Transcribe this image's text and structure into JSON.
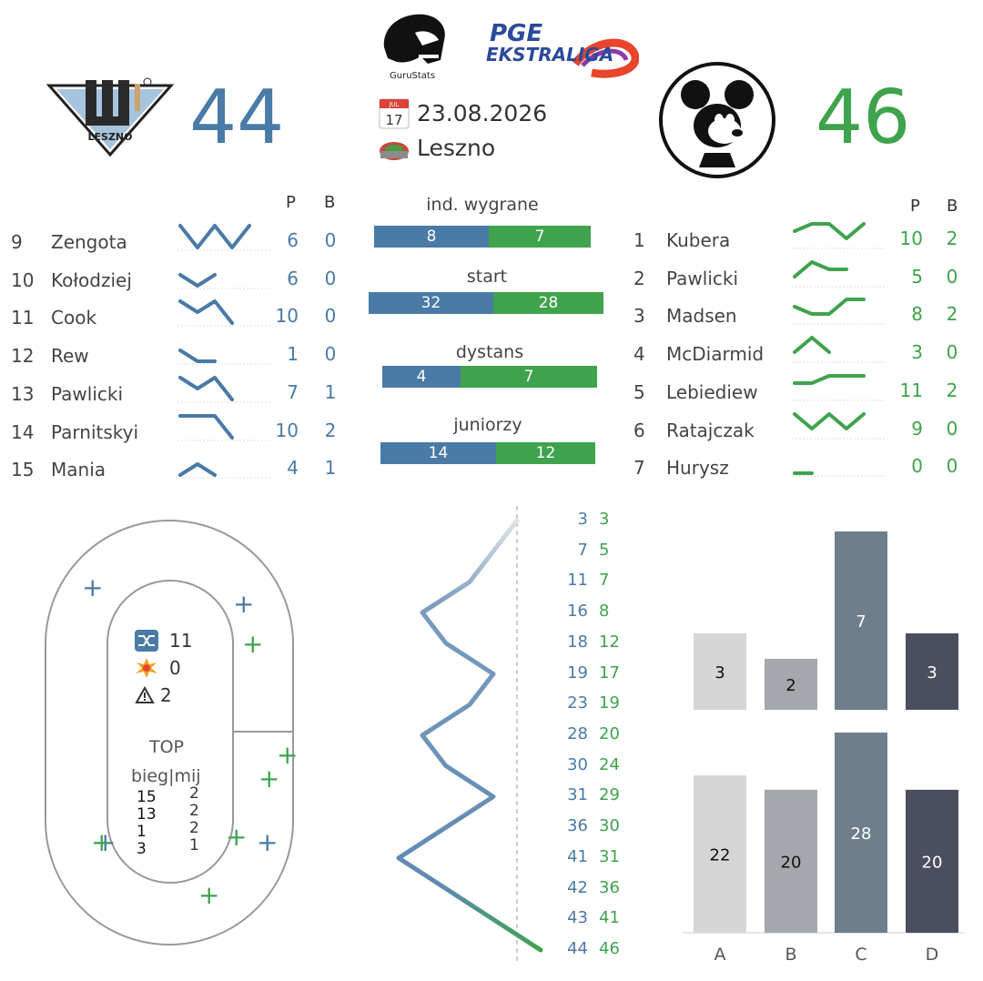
{
  "header": {
    "brand_caption": "GuruStats",
    "league_line1": "PGE",
    "league_line2": "EKSTRALIGA",
    "calendar_month": "JUL",
    "calendar_day": "17",
    "date": "23.08.2026",
    "venue": "Leszno",
    "home_logo_text": "LESZNO",
    "home_score": "44",
    "away_score": "46"
  },
  "colors": {
    "home": "#4a7aa6",
    "away": "#3fa34d"
  },
  "riders_header": {
    "points": "P",
    "bonus": "B"
  },
  "home_riders": [
    {
      "no": "9",
      "name": "Zengota",
      "p": "6",
      "b": "0",
      "spark": [
        2,
        0,
        2,
        0,
        2
      ]
    },
    {
      "no": "10",
      "name": "Kołodziej",
      "p": "6",
      "b": "0",
      "spark": [
        1,
        0,
        1
      ]
    },
    {
      "no": "11",
      "name": "Cook",
      "p": "10",
      "b": "0",
      "spark": [
        2,
        1,
        2,
        0
      ]
    },
    {
      "no": "12",
      "name": "Rew",
      "p": "1",
      "b": "0",
      "spark": [
        1,
        0,
        0
      ]
    },
    {
      "no": "13",
      "name": "Pawlicki",
      "p": "7",
      "b": "1",
      "spark": [
        2,
        1,
        2,
        0
      ]
    },
    {
      "no": "14",
      "name": "Parnitskyi",
      "p": "10",
      "b": "2",
      "spark": [
        2,
        2,
        2,
        0
      ]
    },
    {
      "no": "15",
      "name": "Mania",
      "p": "4",
      "b": "1",
      "spark": [
        0,
        1,
        0
      ]
    }
  ],
  "away_riders": [
    {
      "no": "1",
      "name": "Kubera",
      "p": "10",
      "b": "2",
      "spark": [
        2,
        3,
        3,
        1,
        3
      ]
    },
    {
      "no": "2",
      "name": "Pawlicki",
      "p": "5",
      "b": "0",
      "spark": [
        1,
        3,
        2,
        2
      ]
    },
    {
      "no": "3",
      "name": "Madsen",
      "p": "8",
      "b": "2",
      "spark": [
        2,
        1,
        1,
        3,
        3
      ]
    },
    {
      "no": "4",
      "name": "McDiarmid",
      "p": "3",
      "b": "0",
      "spark": [
        1,
        3,
        1
      ]
    },
    {
      "no": "5",
      "name": "Lebiediew",
      "p": "11",
      "b": "2",
      "spark": [
        2,
        2,
        3,
        3,
        3
      ]
    },
    {
      "no": "6",
      "name": "Ratajczak",
      "p": "9",
      "b": "0",
      "spark": [
        3,
        1,
        3,
        1,
        3
      ]
    },
    {
      "no": "7",
      "name": "Hurysz",
      "p": "0",
      "b": "0",
      "spark": [
        0,
        0
      ]
    }
  ],
  "comparisons": [
    {
      "label": "ind. wygrane",
      "home": "8",
      "away": "7"
    },
    {
      "label": "start",
      "home": "32",
      "away": "28"
    },
    {
      "label": "dystans",
      "home": "4",
      "away": "7"
    },
    {
      "label": "juniorzy",
      "home": "14",
      "away": "12"
    }
  ],
  "track": {
    "swaps_icon": "shuffle-icon",
    "swaps": "11",
    "falls_icon": "collision-icon",
    "falls": "0",
    "warnings_icon": "warning-icon",
    "warnings": "2",
    "top_title": "TOP",
    "top_header": "bieg|mij",
    "top_rows": [
      {
        "heat": "15",
        "passes": "2"
      },
      {
        "heat": "13",
        "passes": "2"
      },
      {
        "heat": "1",
        "passes": "2"
      },
      {
        "heat": "3",
        "passes": "1"
      }
    ],
    "home_marks_icon": "plus-icon",
    "away_marks_icon": "plus-icon"
  },
  "chart_data": [
    {
      "type": "line",
      "title": "",
      "x": [
        1,
        2,
        3,
        4,
        5,
        6,
        7,
        8,
        9,
        10,
        11,
        12,
        13,
        14,
        15
      ],
      "series": [
        {
          "values": [
            3,
            7,
            11,
            16,
            18,
            19,
            23,
            28,
            30,
            31,
            36,
            41,
            42,
            43,
            44
          ]
        },
        {
          "values": [
            3,
            5,
            7,
            8,
            12,
            17,
            19,
            20,
            24,
            29,
            30,
            31,
            36,
            41,
            46
          ]
        }
      ],
      "difference": [
        0,
        2,
        4,
        8,
        6,
        2,
        4,
        8,
        6,
        2,
        6,
        10,
        6,
        2,
        -2
      ]
    },
    {
      "type": "bar",
      "title": "",
      "categories": [
        "A",
        "B",
        "C",
        "D"
      ],
      "series": [
        {
          "values": [
            3,
            2,
            7,
            3
          ]
        },
        {
          "values": [
            22,
            20,
            28,
            20
          ]
        }
      ]
    }
  ]
}
